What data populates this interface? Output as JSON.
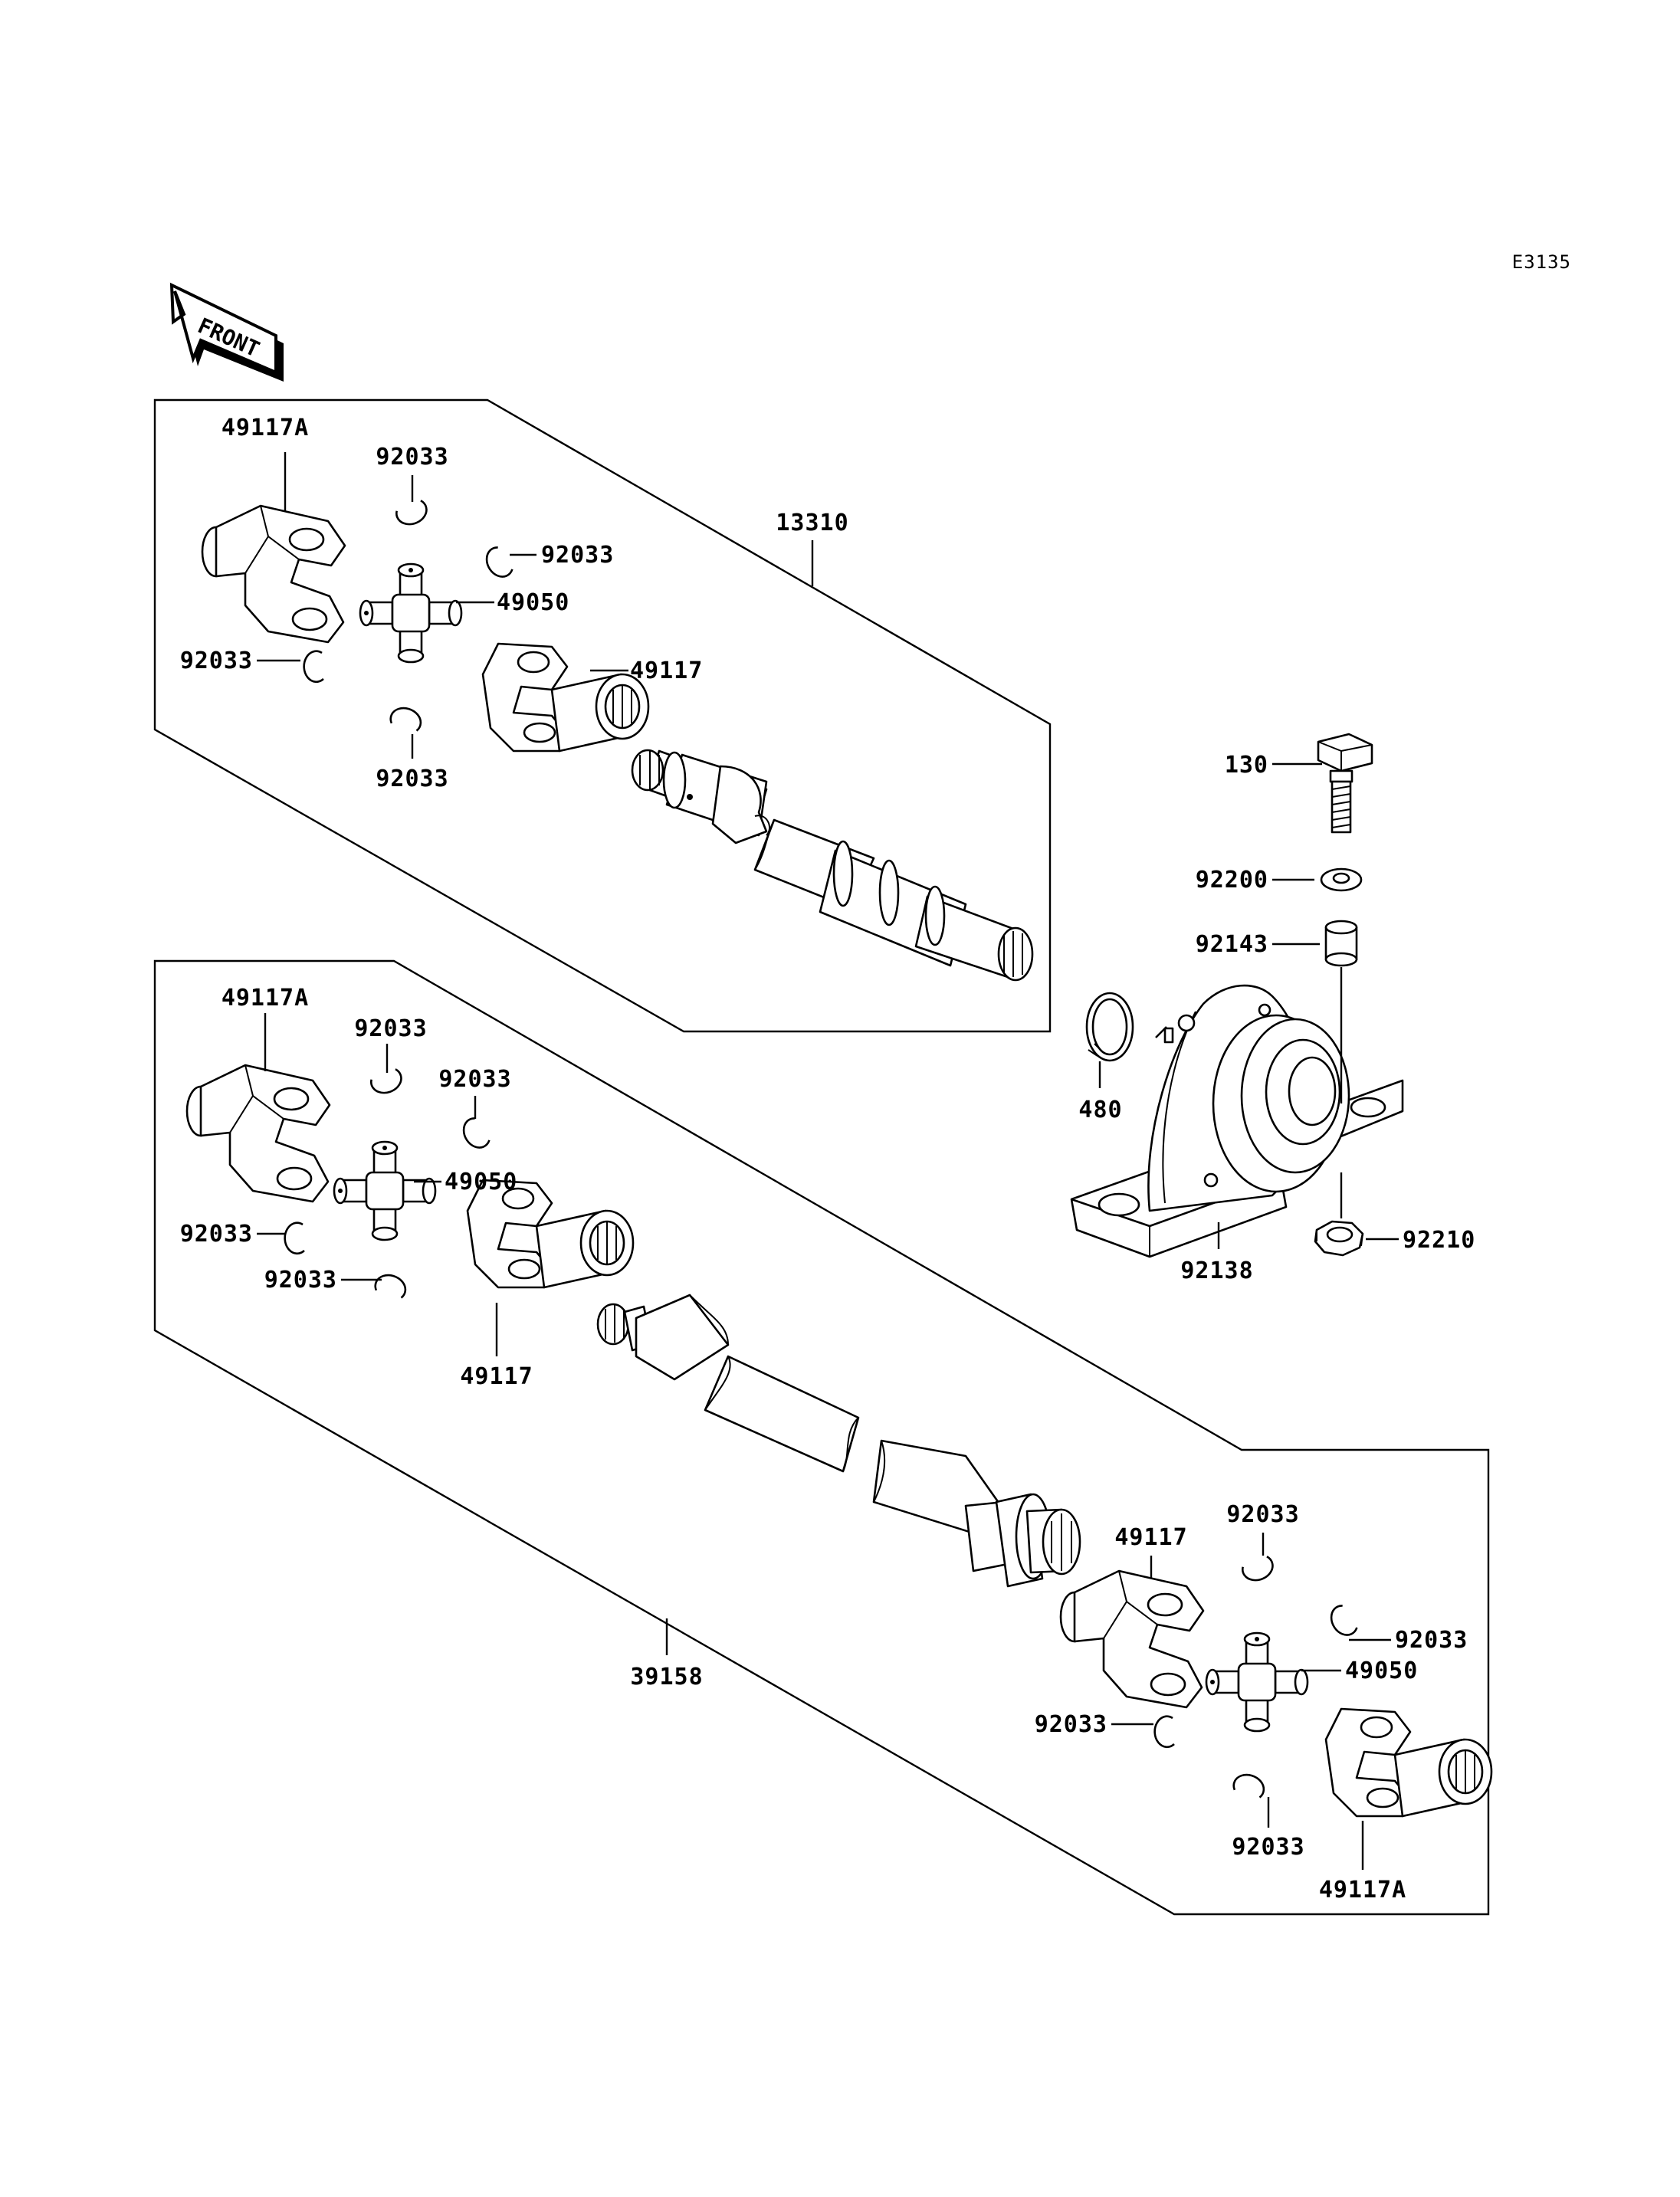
{
  "diagram_ref": "E3135",
  "front_label": "FRONT",
  "labels": {
    "upper_yoke_a": "49117A",
    "upper_clip_top": "92033",
    "upper_clip_right": "92033",
    "upper_cross": "49050",
    "upper_clip_left": "92033",
    "upper_yoke": "49117",
    "upper_clip_bottom": "92033",
    "upper_shaft": "13310",
    "bolt": "130",
    "washer": "92200",
    "collar": "92143",
    "circlip": "480",
    "bearing": "92138",
    "nut": "92210",
    "lower_yoke_a": "49117A",
    "lower_clip_top": "92033",
    "lower_clip_right": "92033",
    "lower_cross": "49050",
    "lower_clip_left": "92033",
    "lower_clip_bottom": "92033",
    "lower_yoke": "49117",
    "lower_shaft": "39158",
    "rear_yoke": "49117",
    "rear_clip_top": "92033",
    "rear_clip_right": "92033",
    "rear_cross": "49050",
    "rear_clip_left": "92033",
    "rear_clip_bottom": "92033",
    "rear_yoke_a": "49117A"
  }
}
